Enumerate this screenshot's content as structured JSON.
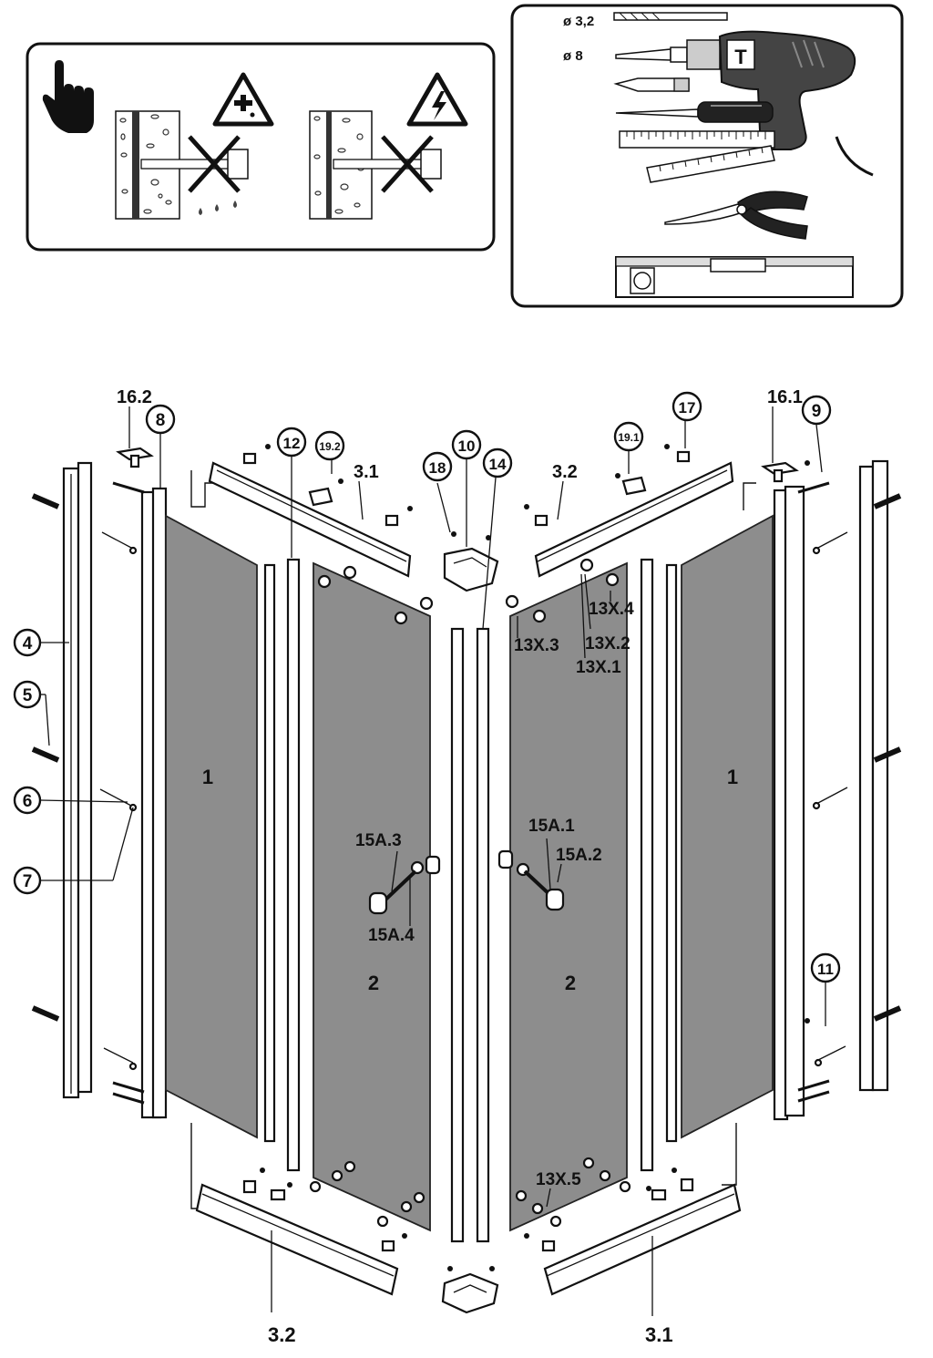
{
  "tools_panel": {
    "drill_bit_small_label": "ø 3,2",
    "drill_bit_large_label": "ø 8",
    "drill_logo_letter": "T"
  },
  "parts": {
    "panel_fixed_left": "1",
    "panel_fixed_right": "1",
    "panel_door_left": "2",
    "panel_door_right": "2",
    "top_rail_left": "3.1",
    "top_rail_right": "3.2",
    "bottom_rail_left": "3.2",
    "bottom_rail_right": "3.1",
    "wall_profile": "4",
    "wall_plug": "5",
    "screw": "6",
    "screw_cap": "7",
    "profile_8": "8",
    "profile_9": "9",
    "corner_10": "10",
    "part_11": "11",
    "seal_12": "12",
    "roller_1": "13X.1",
    "roller_2": "13X.2",
    "roller_3": "13X.3",
    "roller_4": "13X.4",
    "roller_5": "13X.5",
    "seal_14": "14",
    "knob_1": "15A.1",
    "knob_2": "15A.2",
    "knob_3": "15A.3",
    "knob_4": "15A.4",
    "bracket_1": "16.1",
    "bracket_2": "16.2",
    "part_17": "17",
    "part_18": "18",
    "stopper_1": "19.1",
    "stopper_2": "19.2"
  },
  "icons": [
    "hand-warning-icon",
    "water-pipe-warning-icon",
    "electric-warning-icon",
    "drill-icon",
    "screwdriver-icon",
    "folding-ruler-icon",
    "pliers-icon",
    "spirit-level-icon"
  ],
  "colors": {
    "glass": "#8d8d8d",
    "line": "#111111",
    "paper": "#ffffff"
  }
}
